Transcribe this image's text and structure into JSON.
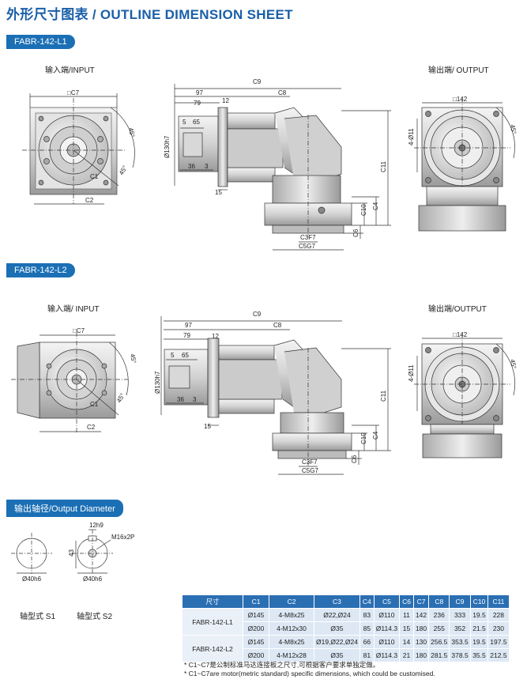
{
  "title": "外形尺寸图表 / OUTLINE DIMENSION SHEET",
  "sections": {
    "l1_tag": "FABR-142-L1",
    "l2_tag": "FABR-142-L2",
    "output_tag": "输出轴径/Output Diameter"
  },
  "l1": {
    "input_label": "输入端/INPUT",
    "output_label": "输出端/ OUTPUT"
  },
  "l2": {
    "input_label": "输入端/ INPUT",
    "output_label": "输出端/OUTPUT"
  },
  "dims": {
    "c7": "□C7",
    "c2": "C2",
    "c1": "C1",
    "angle45": "45°",
    "c9": "C9",
    "c8": "C8",
    "d97": "97",
    "d79": "79",
    "d12": "12",
    "d5": "5",
    "d65": "65",
    "d130": "Ø130h7",
    "d36": "36",
    "d3": "3",
    "d15": "15",
    "c11": "C11",
    "c10": "C10",
    "c4": "C4",
    "c6": "C6",
    "c3": "C3F7",
    "c5": "C5G7",
    "sq142": "□142",
    "holes": "4-Ø11",
    "c6h": "C6",
    "c3v": "C3"
  },
  "shaft": {
    "d12": "12h9",
    "d43": "43",
    "m16": "M16x2P",
    "d40a": "Ø40h6",
    "d40b": "Ø40h6",
    "s1": "轴型式 S1",
    "s2": "轴型式 S2"
  },
  "table": {
    "headers": [
      "尺寸",
      "C1",
      "C2",
      "C3",
      "C4",
      "C5",
      "C6",
      "C7",
      "C8",
      "C9",
      "C10",
      "C11"
    ],
    "groups": [
      {
        "model": "FABR-142-L1",
        "rows": [
          [
            "Ø145",
            "4-M8x25",
            "Ø22,Ø24",
            "83",
            "Ø110",
            "11",
            "142",
            "236",
            "333",
            "19.5",
            "228"
          ],
          [
            "Ø200",
            "4-M12x30",
            "Ø35",
            "85",
            "Ø114.3",
            "15",
            "180",
            "255",
            "352",
            "21.5",
            "230"
          ]
        ]
      },
      {
        "model": "FABR-142-L2",
        "rows": [
          [
            "Ø145",
            "4-M8x25",
            "Ø19,Ø22,Ø24",
            "66",
            "Ø110",
            "14",
            "130",
            "256.5",
            "353.5",
            "19.5",
            "197.5"
          ],
          [
            "Ø200",
            "4-M12x28",
            "Ø35",
            "81",
            "Ø114.3",
            "21",
            "180",
            "281.5",
            "378.5",
            "35.5",
            "212.5"
          ]
        ]
      }
    ]
  },
  "notes": {
    "cn": "* C1~C7是公制标准马达连接板之尺寸,可根据客户要求单独定做。",
    "en": "* C1~C7are motor(metric standard)  specific dimensions, which could be customised."
  }
}
